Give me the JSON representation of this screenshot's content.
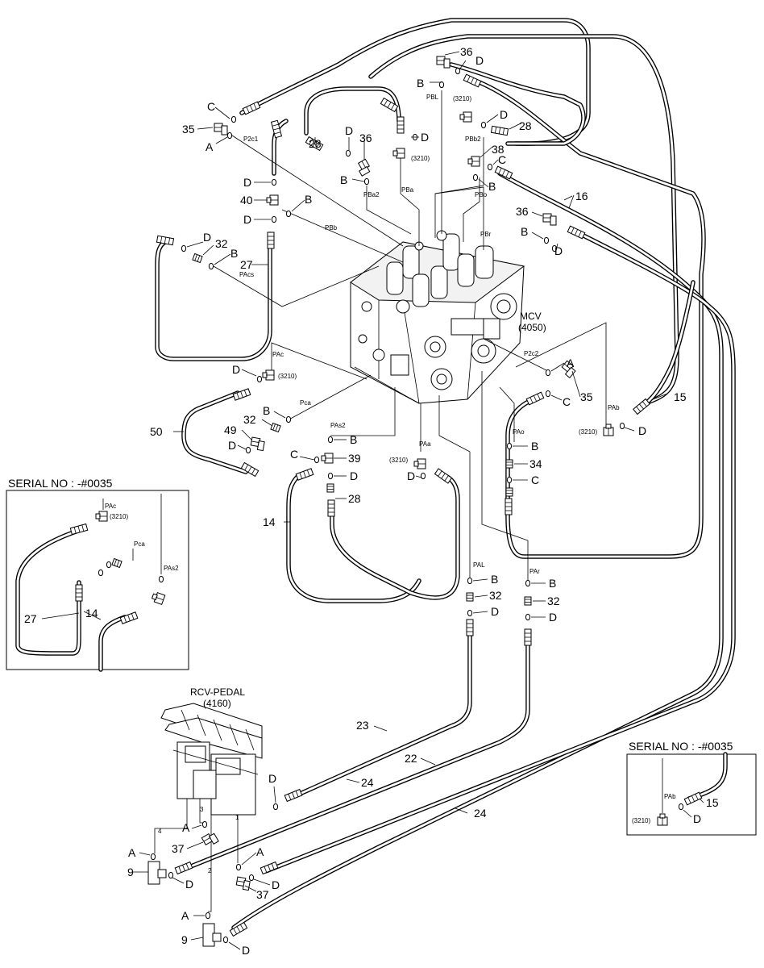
{
  "labels": {
    "mcv": "MCV",
    "mcv_code": "(4050)",
    "rcv_pedal": "RCV-PEDAL",
    "rcv_code": "(4160)",
    "serial_left": "SERIAL NO : -#0035",
    "serial_right": "SERIAL NO : -#0035",
    "code_3210": "(3210)"
  },
  "callouts": {
    "n36": "36",
    "n35": "35",
    "n28": "28",
    "n38": "38",
    "n40": "40",
    "n32": "32",
    "n27": "27",
    "n16": "16",
    "n15": "15",
    "n50": "50",
    "n49": "49",
    "n39": "39",
    "n34": "34",
    "n14": "14",
    "n23": "23",
    "n22": "22",
    "n24": "24",
    "n9": "9",
    "n37": "37",
    "A": "A",
    "B": "B",
    "C": "C",
    "D": "D"
  },
  "ports": {
    "P2c1": "P2c1",
    "PBL": "PBL",
    "PBb2": "PBb2",
    "PBa2": "PBa2",
    "PBa": "PBa",
    "PBo": "PBo",
    "PBb": "PBb",
    "PBr": "PBr",
    "PAcs": "PAcs",
    "PAc": "PAc",
    "Pca": "Pca",
    "P2c2": "P2c2",
    "PAs2": "PAs2",
    "PAa": "PAa",
    "PAo": "PAo",
    "PAb": "PAb",
    "PAL": "PAL",
    "PAr": "PAr",
    "pedal_1": "1",
    "pedal_2": "2",
    "pedal_3": "3",
    "pedal_4": "4"
  }
}
